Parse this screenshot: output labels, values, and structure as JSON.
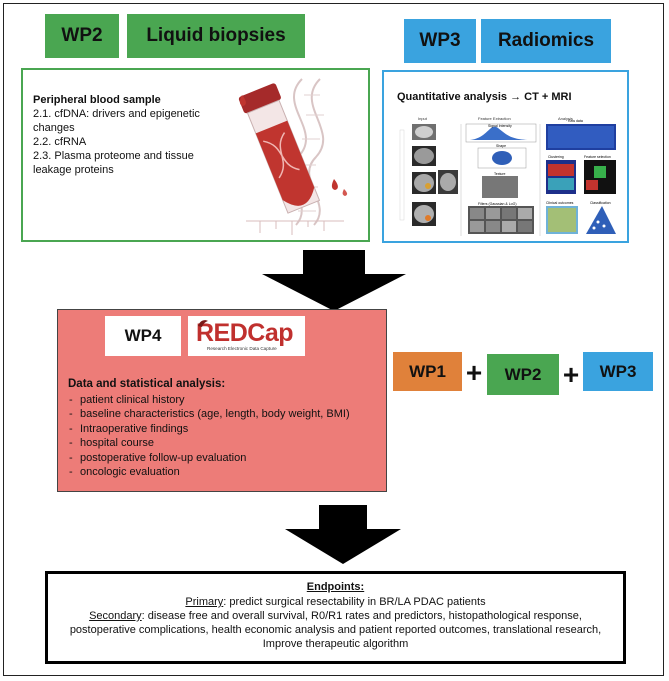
{
  "wp2": {
    "id": "WP2",
    "title": "Liquid biopsies"
  },
  "wp3": {
    "id": "WP3",
    "title": "Radiomics"
  },
  "liquid": {
    "heading": "Peripheral blood sample",
    "items": [
      "2.1. cfDNA: drivers and epigenetic changes",
      "2.2. cfRNA",
      "2.3. Plasma proteome and tissue leakage proteins"
    ]
  },
  "radiomics": {
    "heading": "Quantitative analysis → CT + MRI",
    "col_input": "Input",
    "col_feature": "Feature Extraction",
    "col_analysis": "Analysis",
    "labels": [
      "Signal Intensity",
      "Shape",
      "Texture",
      "Filters (Gaussian & LoG)",
      "Raw data",
      "Clustering",
      "Feature selection",
      "Clinical outcomes",
      "Classification"
    ]
  },
  "wp4": {
    "id": "WP4",
    "logo_text": "REDCap",
    "logo_sub": "Research Electronic Data Capture",
    "heading": "Data and statistical analysis:",
    "items": [
      "patient clinical history",
      "baseline characteristics (age, length, body weight, BMI)",
      "Intraoperative findings",
      "hospital course",
      "postoperative follow-up evaluation",
      "oncologic evaluation"
    ]
  },
  "combo": {
    "wp1": "WP1",
    "plus": "+",
    "wp2": "WP2",
    "wp3": "WP3"
  },
  "endpoints": {
    "title": "Endpoints:",
    "primary_label": "Primary",
    "primary_text": ": predict surgical resectability in BR/LA PDAC patients",
    "secondary_label": "Secondary",
    "secondary_text": ": disease free and overall survival, R0/R1 rates and predictors, histopathological response, postoperative complications, health economic analysis and patient reported outcomes, translational research, Improve therapeutic algorithm"
  },
  "colors": {
    "green": "#4aa651",
    "blue": "#3aa3df",
    "orange": "#e0813a",
    "salmon": "#ed7c78",
    "redcap_red": "#c0302e"
  }
}
